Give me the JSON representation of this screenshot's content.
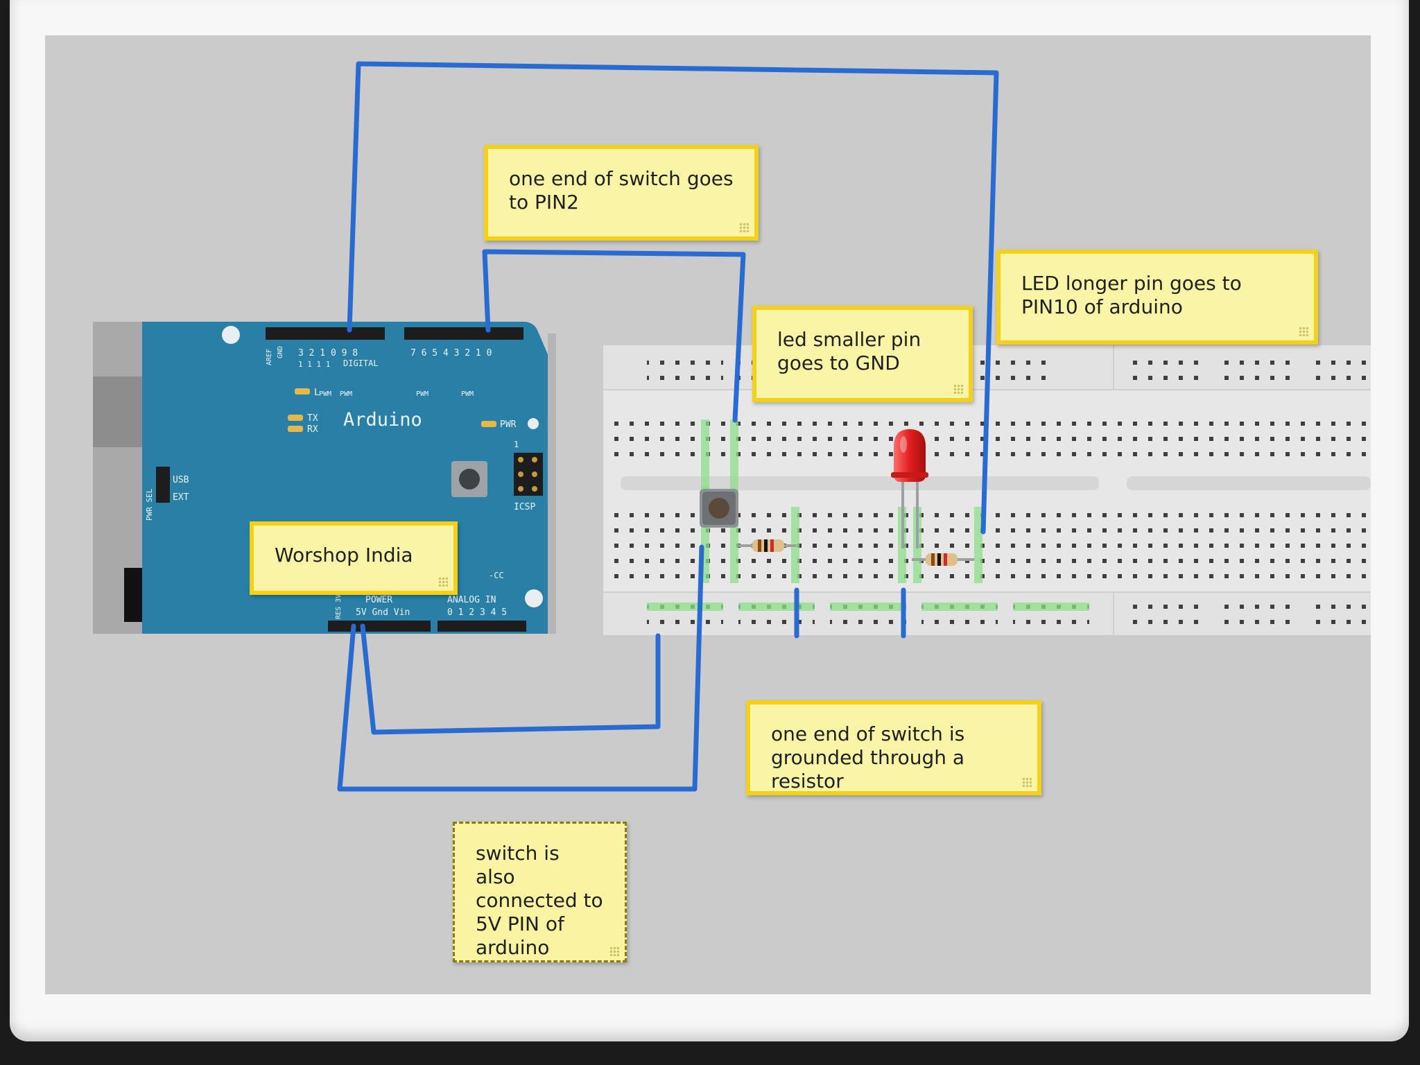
{
  "notes": {
    "switch_pin2": "one end of switch goes to PIN2",
    "led_long_pin": "LED longer pin goes to PIN10 of arduino",
    "led_small_pin": "led smaller pin goes to GND",
    "worshop": "Worshop India",
    "switch_ground": "one end of switch is grounded through a resistor",
    "switch_5v": "switch is also connected to 5V PIN of arduino"
  },
  "board": {
    "name": "Arduino",
    "digital": "DIGITAL",
    "aref": "AREF",
    "gnd": "GND",
    "digital_pins_high": "3 2 1 0 9 8",
    "digital_pins_low": "7 6 5 4 3 2 1 0",
    "tens_row": "1 1 1 1",
    "pwm": "PWM",
    "led_l": "L",
    "tx": "TX",
    "rx": "RX",
    "pwr": "PWR",
    "icsp": "ICSP",
    "icsp_num": "1",
    "usb": "USB",
    "ext": "EXT",
    "pwr_sel": "PWR SEL",
    "power": "POWER",
    "analog_in": "ANALOG IN",
    "power_pins": "5V Gnd Vin",
    "res_3v3": "RES 3V3",
    "analog_pins": "0 1 2 3 4 5",
    "cc": "-CC"
  },
  "colors": {
    "wire": "#2a6bd1",
    "board": "#2a7fa6",
    "note_fill": "#faf4a6",
    "note_border": "#f3d11b",
    "breadboard": "#e6e6e6",
    "led": "#e82b2b"
  },
  "icons": {
    "note_grip": "resize-grip-icon",
    "led": "red-led-icon",
    "button": "pushbutton-icon",
    "resistor": "resistor-icon"
  }
}
